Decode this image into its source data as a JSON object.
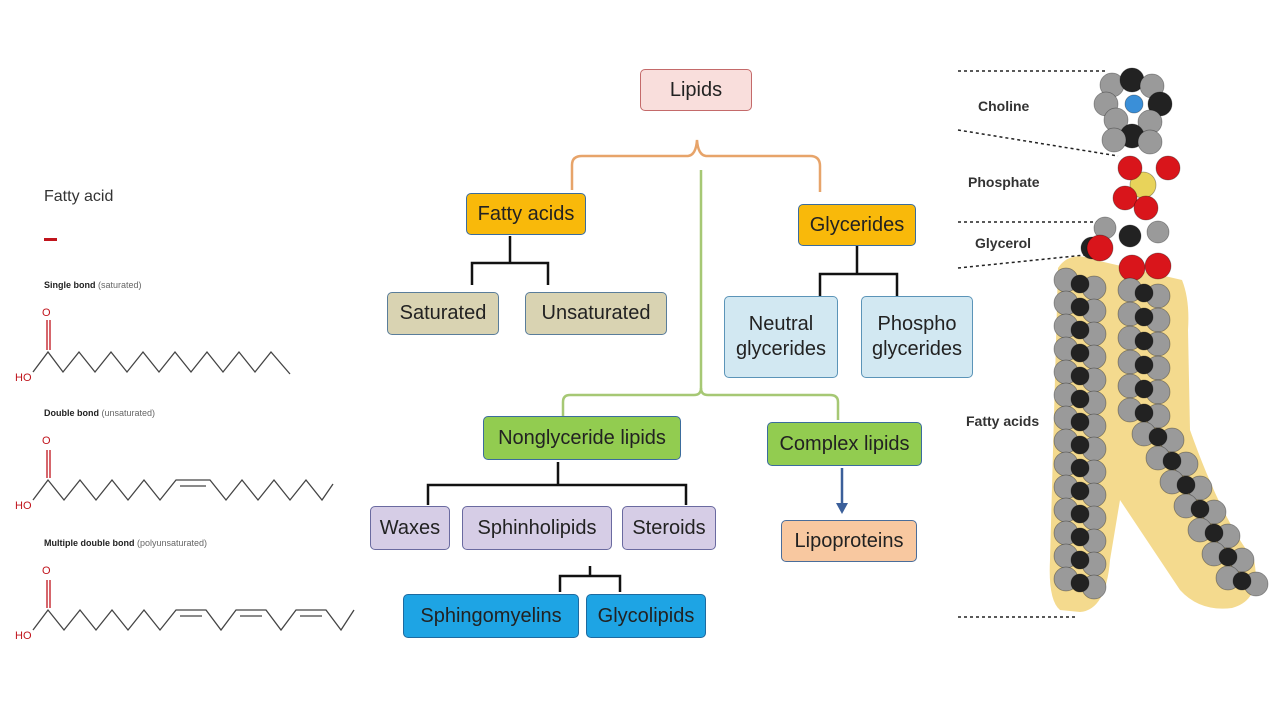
{
  "fatty_acid_panel": {
    "title": "Fatty acid",
    "accent_color": "#c0141c",
    "structures": [
      {
        "label": "Single bond",
        "qualifier": "(saturated)",
        "oxygen": "O",
        "hydroxyl": "HO"
      },
      {
        "label": "Double bond",
        "qualifier": "(unsaturated)",
        "oxygen": "O",
        "hydroxyl": "HO"
      },
      {
        "label": "Multiple double bond",
        "qualifier": "(polyunsaturated)",
        "oxygen": "O",
        "hydroxyl": "HO"
      }
    ]
  },
  "flowchart": {
    "root": "Lipids",
    "fatty_acids": "Fatty acids",
    "saturated": "Saturated",
    "unsaturated": "Unsaturated",
    "glycerides": "Glycerides",
    "neutral_glycerides": "Neutral\nglycerides",
    "phospho_glycerides": "Phospho\nglycerides",
    "nonglyceride_lipids": "Nonglyceride lipids",
    "complex_lipids": "Complex lipids",
    "waxes": "Waxes",
    "sphinholipids": "Sphinholipids",
    "steroids": "Steroids",
    "lipoproteins": "Lipoproteins",
    "sphingomyelins": "Sphingomyelins",
    "glycolipids": "Glycolipids",
    "colors": {
      "orange": "#f9b90a",
      "green": "#92cc50",
      "tan": "#d9d3b2",
      "light_blue": "#d2e8f2",
      "lavender": "#d6cde6",
      "peach": "#f8c8a0",
      "blue": "#1ea4e4",
      "root": "#f9dedc",
      "orange_line": "#e7a46a",
      "green_line": "#a6c874"
    }
  },
  "molecule_panel": {
    "labels": [
      "Choline",
      "Phosphate",
      "Glycerol",
      "Fatty acids"
    ],
    "colors": {
      "carbon": "#222222",
      "hydrogen": "#9a9a9a",
      "oxygen": "#d9151b",
      "nitrogen": "#3a8fd8",
      "phosphorus": "#e8d35a",
      "highlight": "#f2d37a"
    }
  }
}
